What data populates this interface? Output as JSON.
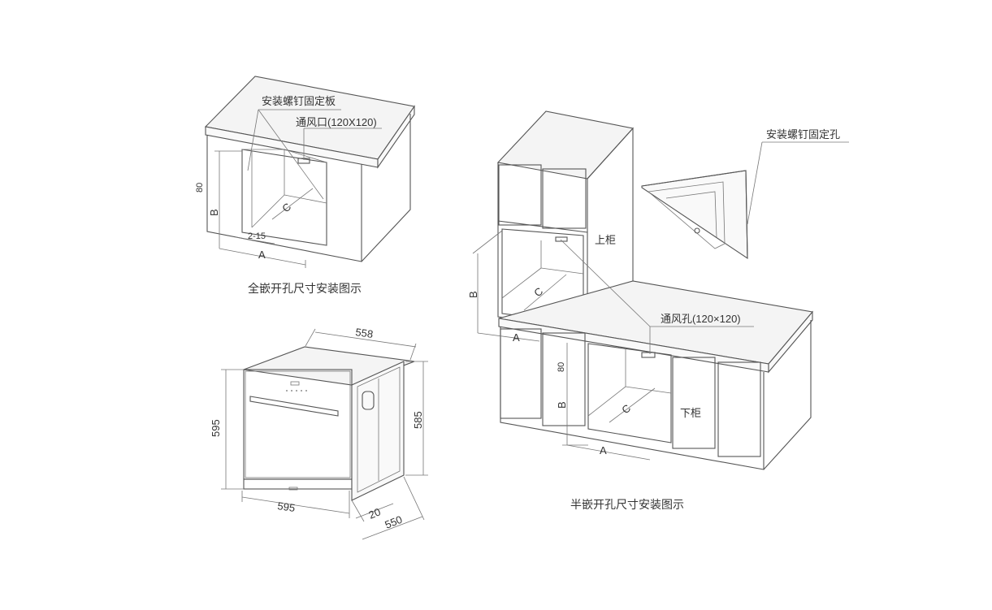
{
  "full_embed": {
    "label_screw_plate": "安装螺钉固定板",
    "label_vent": "通风口(120X120)",
    "dim_80": "80",
    "dim_b": "B",
    "dim_c": "C",
    "dim_a": "A",
    "dim_gap": "2-15",
    "caption": "全嵌开孔尺寸安装图示"
  },
  "appliance": {
    "dim_width_top": "558",
    "dim_height_left": "595",
    "dim_height_right": "585",
    "dim_width_bottom": "595",
    "dim_door": "20",
    "dim_depth": "550"
  },
  "half_embed": {
    "label_screw_hole": "安装螺钉固定孔",
    "label_upper": "上柜",
    "label_vent": "通风孔(120×120)",
    "label_lower": "下柜",
    "dim_b_upper": "B",
    "dim_c_upper": "C",
    "dim_a_upper": "A",
    "dim_80": "80",
    "dim_b_lower": "B",
    "dim_c_lower": "C",
    "dim_a_lower": "A",
    "caption": "半嵌开孔尺寸安装图示"
  }
}
